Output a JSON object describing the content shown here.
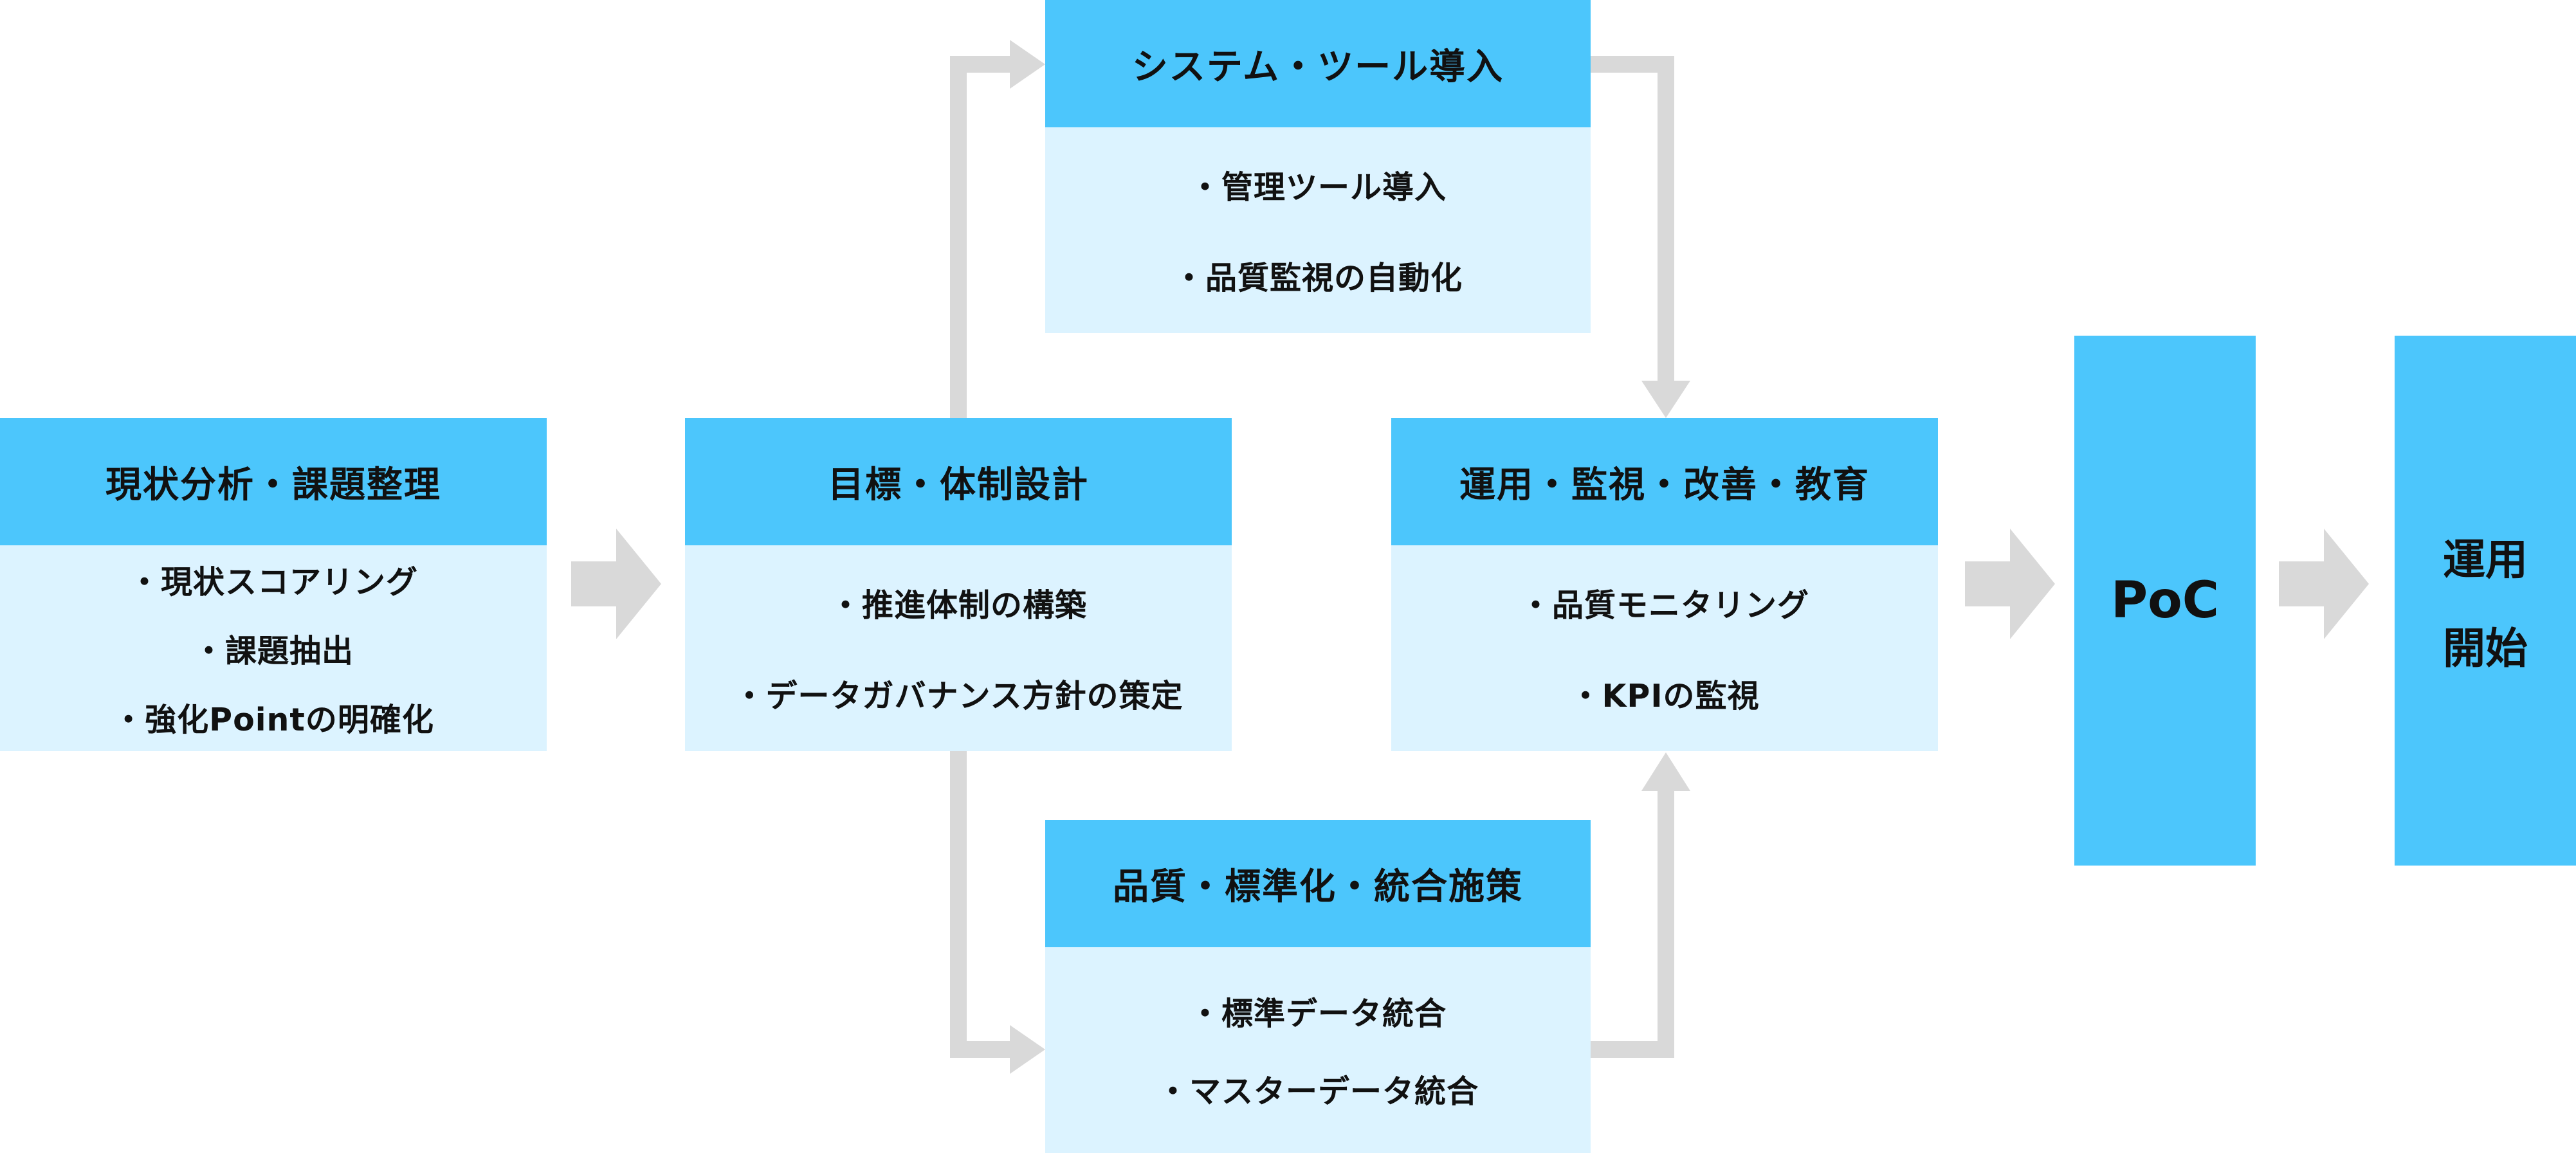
{
  "colors": {
    "header": "#4cc6fc",
    "body": "#dcf3ff",
    "arrow": "#d9d9d9",
    "text": "#111111"
  },
  "analysis": {
    "title": "現状分析・課題整理",
    "items": [
      "・現状スコアリング",
      "・課題抽出",
      "・強化Pointの明確化"
    ]
  },
  "design": {
    "title": "目標・体制設計",
    "items": [
      "・推進体制の構築",
      "・データガバナンス方針の策定"
    ]
  },
  "system": {
    "title": "システム・ツール導入",
    "items": [
      "・管理ツール導入",
      "・品質監視の自動化"
    ]
  },
  "quality": {
    "title": "品質・標準化・統合施策",
    "items": [
      "・標準データ統合",
      "・マスターデータ統合"
    ]
  },
  "operation": {
    "title": "運用・監視・改善・教育",
    "items": [
      "・品質モニタリング",
      "・KPIの監視"
    ]
  },
  "poc": {
    "label": "PoC"
  },
  "start": {
    "lines": [
      "運用",
      "開始"
    ]
  }
}
